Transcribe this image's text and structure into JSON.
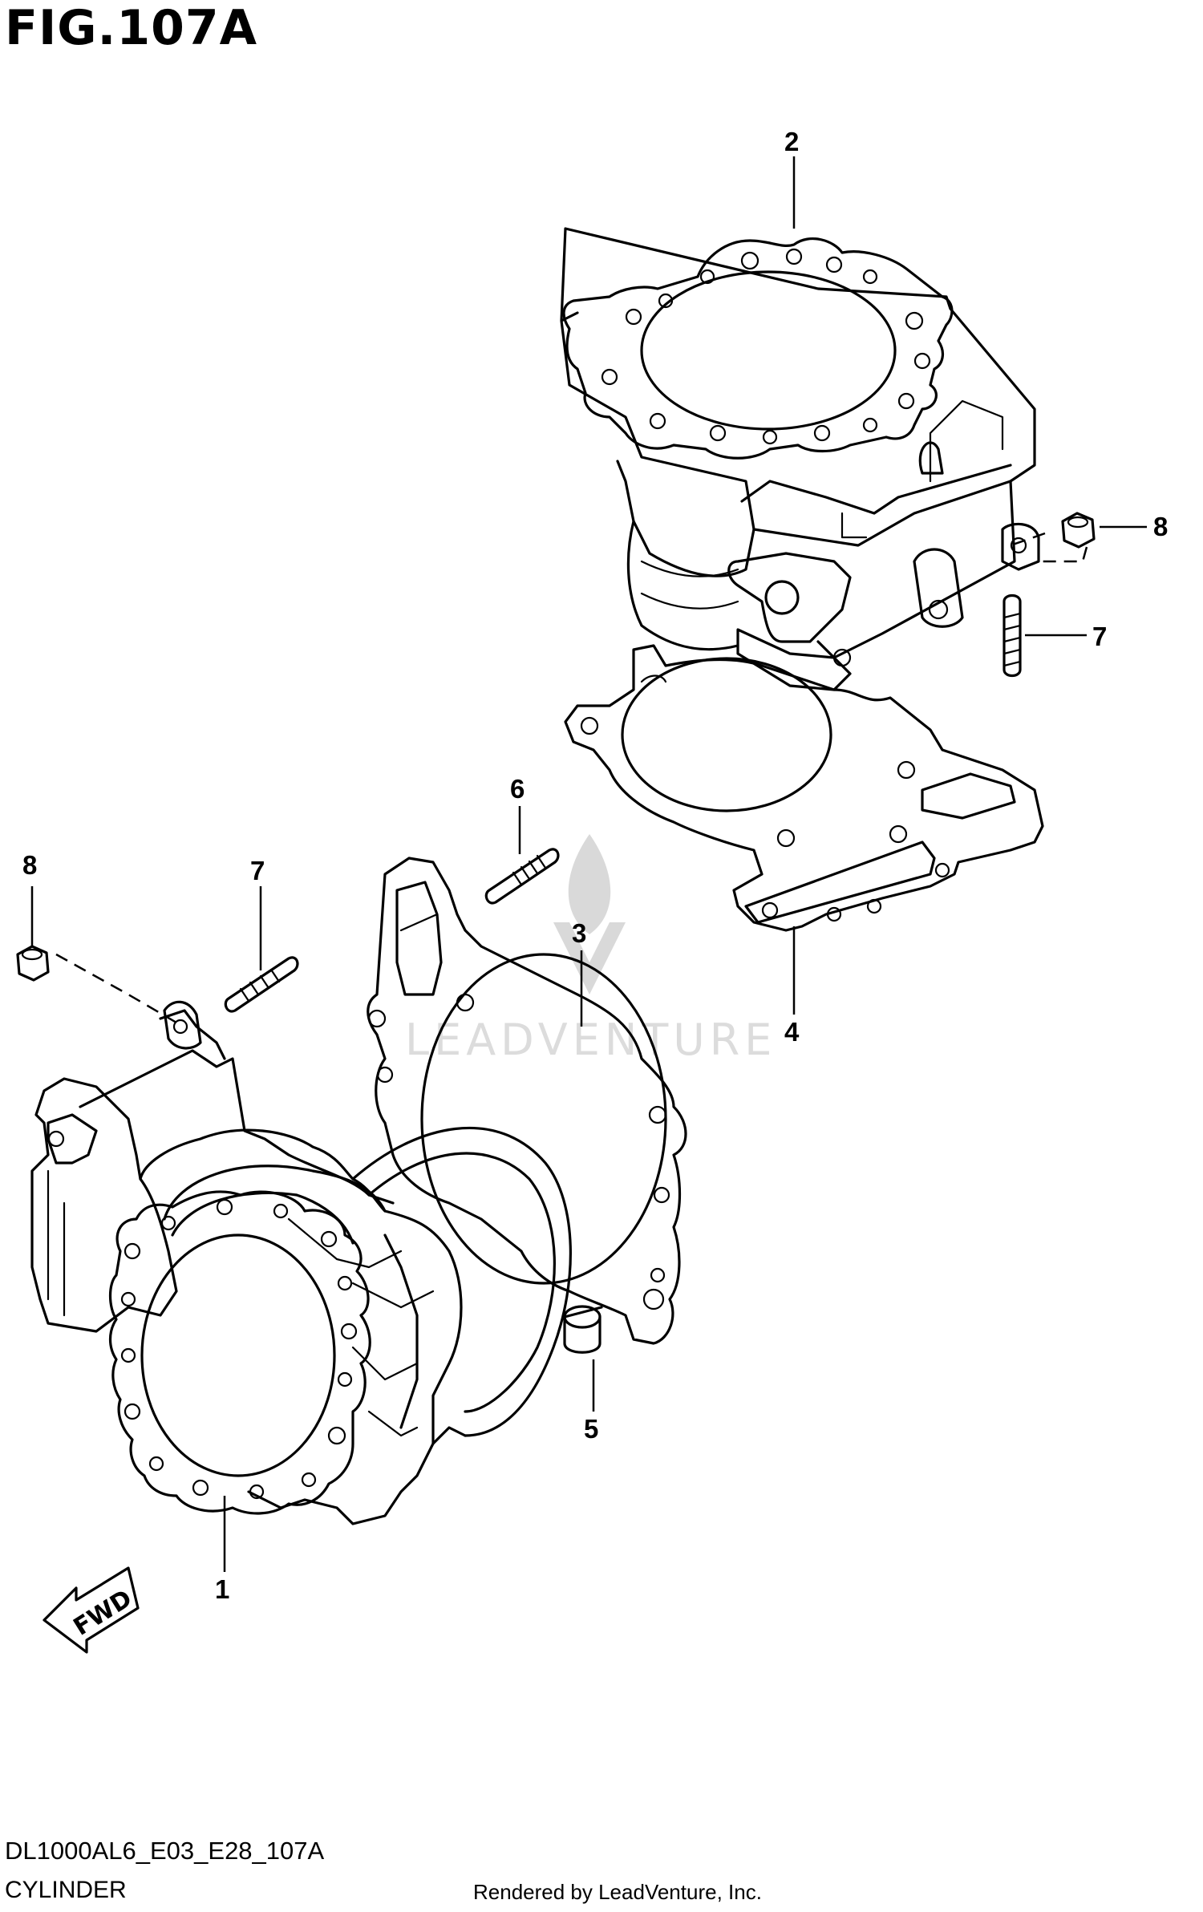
{
  "figure": {
    "title": "FIG.107A",
    "code": "DL1000AL6_E03_E28_107A",
    "name": "CYLINDER",
    "rendered_by": "Rendered by LeadVenture, Inc.",
    "watermark": "LEADVENTURE"
  },
  "callouts": [
    "1",
    "2",
    "3",
    "4",
    "5",
    "6",
    "7",
    "7",
    "8",
    "8"
  ],
  "fwd_label": "FWD",
  "colors": {
    "line": "#000000",
    "watermark": "#d9d9d9",
    "background": "#ffffff"
  }
}
